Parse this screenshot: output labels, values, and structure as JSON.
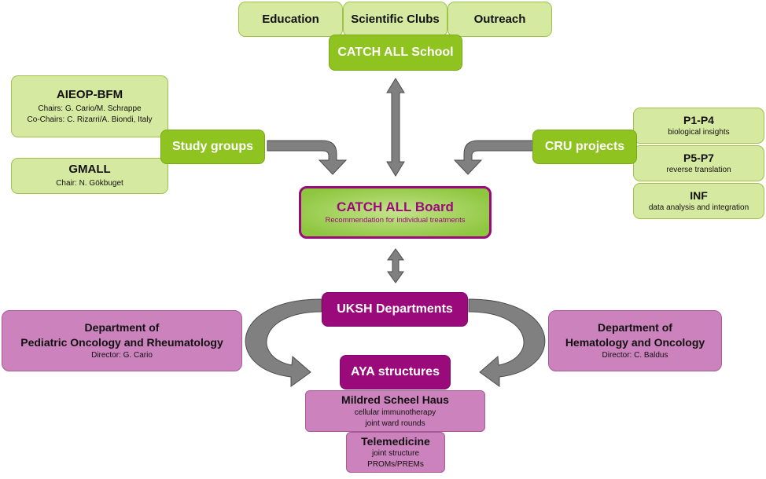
{
  "school": {
    "tabs": [
      "Education",
      "Scientific Clubs",
      "Outreach"
    ],
    "title": "CATCH ALL School"
  },
  "study_groups": {
    "label": "Study groups",
    "aieop": {
      "title": "AIEOP-BFM",
      "chairs": "Chairs: G. Cario/M. Schrappe",
      "cochairs": "Co-Chairs: C. Rizarri/A. Biondi, Italy"
    },
    "gmall": {
      "title": "GMALL",
      "chair": "Chair: N. Gökbuget"
    }
  },
  "cru": {
    "label": "CRU projects",
    "items": [
      {
        "title": "P1-P4",
        "subtitle": "biological insights"
      },
      {
        "title": "P5-P7",
        "subtitle": "reverse translation"
      },
      {
        "title": "INF",
        "subtitle": "data analysis and integration"
      }
    ]
  },
  "board": {
    "title": "CATCH ALL Board",
    "subtitle": "Recommendation for individual treatments"
  },
  "uksh": {
    "label": "UKSH Departments"
  },
  "dept_left": {
    "line1": "Department of",
    "line2": "Pediatric Oncology and Rheumatology",
    "director": "Director: G. Cario"
  },
  "dept_right": {
    "line1": "Department of",
    "line2": "Hematology and Oncology",
    "director": "Director: C. Baldus"
  },
  "aya": {
    "label": "AYA structures",
    "mildred": {
      "title": "Mildred Scheel Haus",
      "line1": "cellular immunotherapy",
      "line2": "joint ward rounds"
    },
    "tele": {
      "title": "Telemedicine",
      "line1": "joint structure",
      "line2": "PROMs/PREMs"
    }
  },
  "colors": {
    "light_green": "#d6e9a0",
    "green": "#8fc31f",
    "light_purple": "#cc82bd",
    "dark_purple": "#9b0a7a",
    "board_fill": "#8ec63f",
    "board_text": "#9b0a7a",
    "arrow": "#808080"
  }
}
